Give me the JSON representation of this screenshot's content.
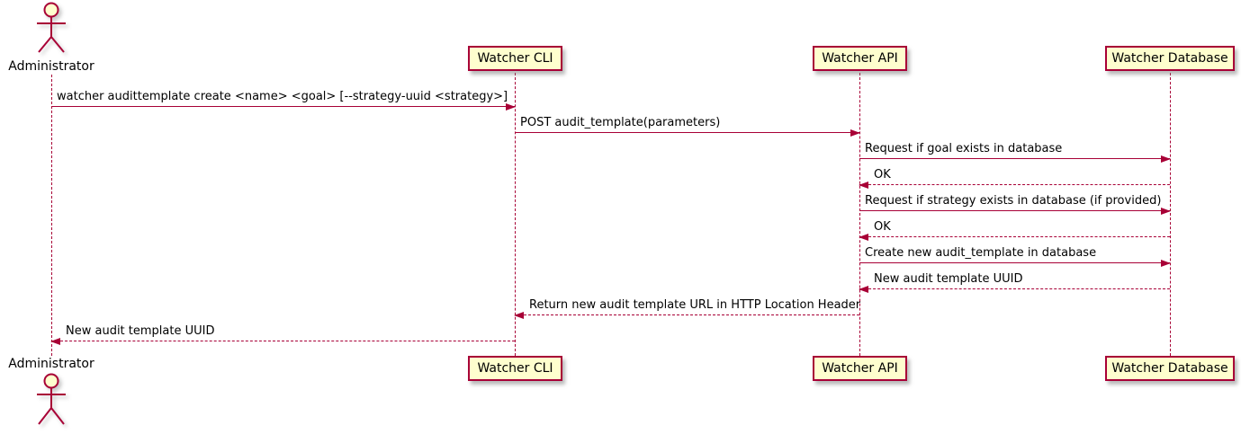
{
  "diagram_type": "sequence-diagram",
  "participants": {
    "administrator": "Administrator",
    "watcher_cli": "Watcher CLI",
    "watcher_api": "Watcher API",
    "watcher_database": "Watcher Database"
  },
  "messages": [
    {
      "from": "Administrator",
      "to": "Watcher CLI",
      "line": "solid",
      "text": "watcher audittemplate create <name> <goal> [--strategy-uuid <strategy>]"
    },
    {
      "from": "Watcher CLI",
      "to": "Watcher API",
      "line": "solid",
      "text": "POST audit_template(parameters)"
    },
    {
      "from": "Watcher API",
      "to": "Watcher Database",
      "line": "solid",
      "text": "Request if goal exists in database"
    },
    {
      "from": "Watcher Database",
      "to": "Watcher API",
      "line": "dashed",
      "text": "OK"
    },
    {
      "from": "Watcher API",
      "to": "Watcher Database",
      "line": "solid",
      "text": "Request if strategy exists in database (if provided)"
    },
    {
      "from": "Watcher Database",
      "to": "Watcher API",
      "line": "dashed",
      "text": "OK"
    },
    {
      "from": "Watcher API",
      "to": "Watcher Database",
      "line": "solid",
      "text": "Create new audit_template in database"
    },
    {
      "from": "Watcher Database",
      "to": "Watcher API",
      "line": "dashed",
      "text": "New audit template UUID"
    },
    {
      "from": "Watcher API",
      "to": "Watcher CLI",
      "line": "dashed",
      "text": "Return new audit template URL in HTTP Location Header"
    },
    {
      "from": "Watcher CLI",
      "to": "Administrator",
      "line": "dashed",
      "text": "New audit template UUID"
    }
  ],
  "colors": {
    "line": "#A80036",
    "participant_fill": "#FEFECE",
    "text": "#000000",
    "background": "#FFFFFF"
  }
}
